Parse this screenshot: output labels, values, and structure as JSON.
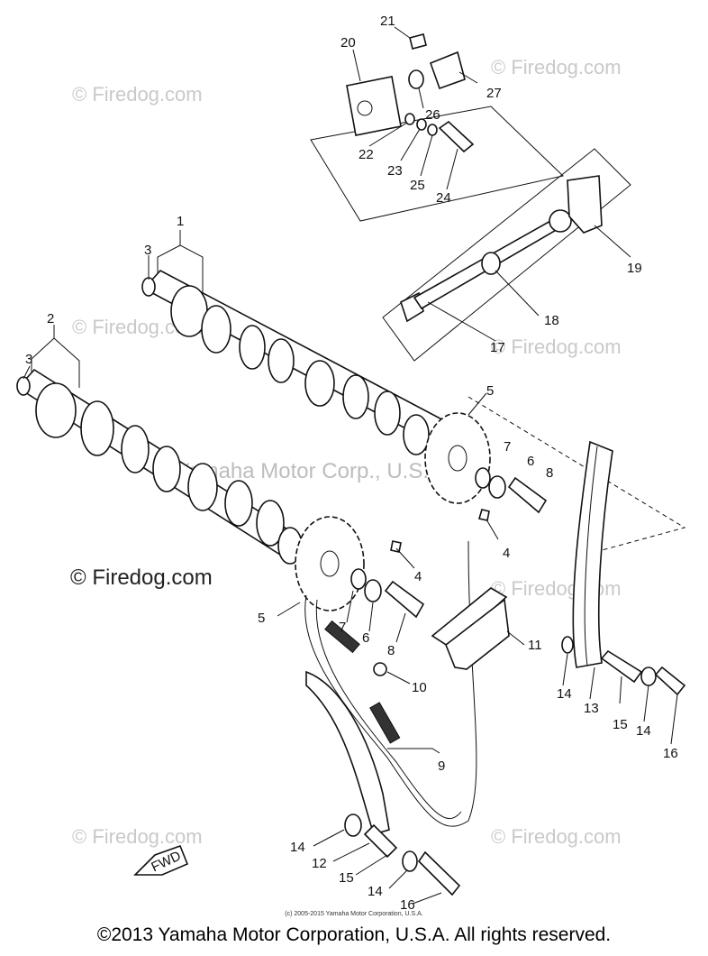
{
  "watermarks": {
    "tile": "© Firedog.com",
    "center": "Yamaha Motor Corp., U.S.A.",
    "dark": "© Firedog.com"
  },
  "fwd_label": "FWD",
  "part_labels": {
    "p1": "1",
    "p2": "2",
    "p3a": "3",
    "p3b": "3",
    "p4a": "4",
    "p4b": "4",
    "p5a": "5",
    "p5b": "5",
    "p6a": "6",
    "p6b": "6",
    "p7a": "7",
    "p7b": "7",
    "p8a": "8",
    "p8b": "8",
    "p9": "9",
    "p10": "10",
    "p11": "11",
    "p12": "12",
    "p13": "13",
    "p14a": "14",
    "p14b": "14",
    "p14c": "14",
    "p14d": "14",
    "p15a": "15",
    "p15b": "15",
    "p16a": "16",
    "p16b": "16",
    "p17": "17",
    "p18": "18",
    "p19": "19",
    "p20": "20",
    "p21": "21",
    "p22": "22",
    "p23": "23",
    "p24": "24",
    "p25": "25",
    "p26": "26",
    "p27": "27"
  },
  "small_copyright": "(c) 2005-2015 Yamaha Motor Corporation, U.S.A.",
  "footer": "©2013 Yamaha Motor Corporation, U.S.A. All rights reserved."
}
